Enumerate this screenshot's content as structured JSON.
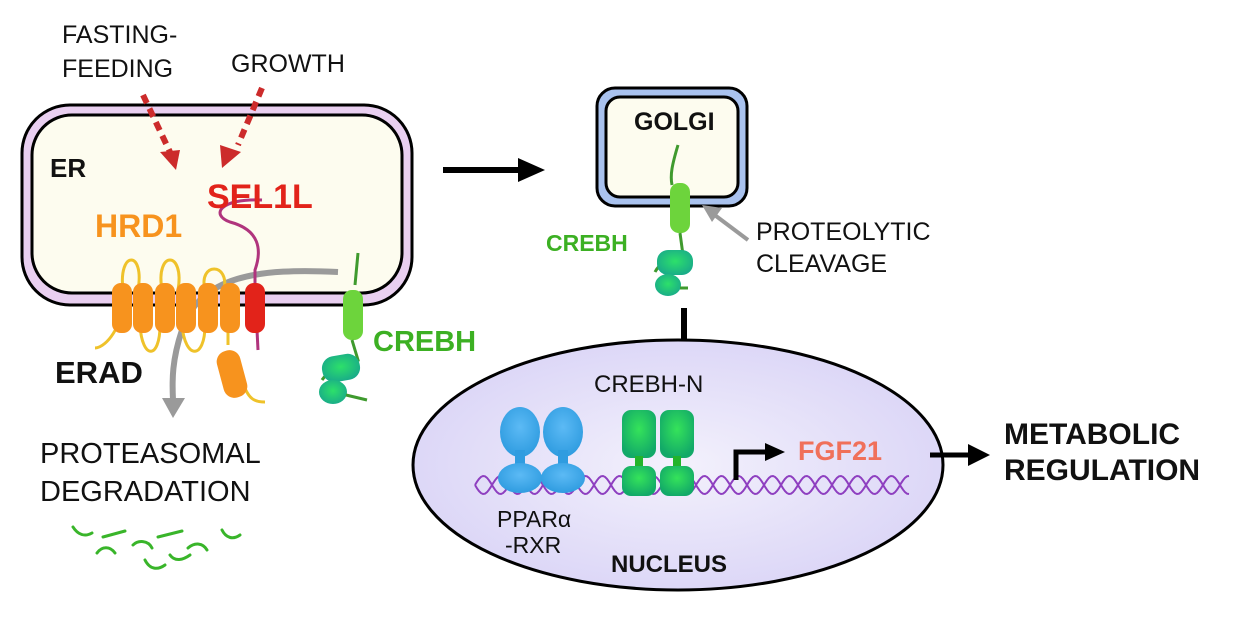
{
  "inputs": {
    "fasting_feeding_line1": "FASTING-",
    "fasting_feeding_line2": "FEEDING",
    "growth": "GROWTH"
  },
  "er": {
    "label": "ER",
    "sel1l": "SEL1L",
    "hrd1": "HRD1",
    "creb_h": "CREBH",
    "erad": "ERAD"
  },
  "degradation": {
    "line1": "PROTEASOMAL",
    "line2": "DEGRADATION"
  },
  "golgi": {
    "label": "GOLGI",
    "creb_h": "CREBH",
    "cleavage_line1": "PROTEOLYTIC",
    "cleavage_line2": "CLEAVAGE"
  },
  "nucleus": {
    "label": "NUCLEUS",
    "crebh_n": "CREBH-N",
    "ppar_line1": "PPARα",
    "ppar_line2": "-RXR",
    "target_gene": "FGF21"
  },
  "outcome": {
    "line1": "METABOLIC",
    "line2": "REGULATION"
  },
  "colors": {
    "er_membrane": "#e9cff0",
    "er_lumen": "#fdfcef",
    "golgi_membrane": "#a9c2ee",
    "nucleus_fill": "#e4e0f8",
    "hrd1": "#f7931e",
    "sel1l": "#e2231a",
    "sel1l_tail": "#b0347d",
    "creb_h": "#3cb023",
    "creb_h_tm": "#6dd43c",
    "ppar": "#3aa7e8",
    "creb_n": "#1fb86a",
    "dna": "#8e3fc0",
    "fgf21": "#f0705a",
    "signal_arrow": "#cc2b2b",
    "grey_arrow": "#999999"
  }
}
